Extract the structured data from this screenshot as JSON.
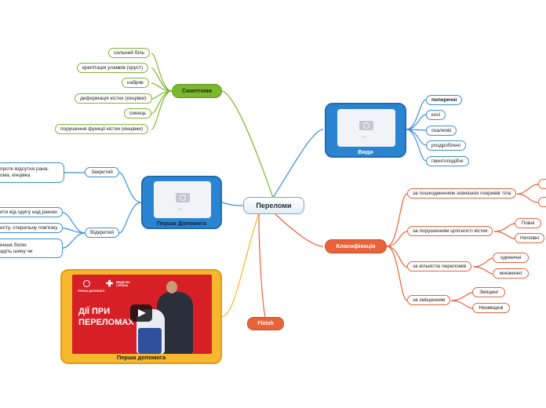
{
  "center": "Переломи",
  "symptoms": {
    "title": "Симптоми",
    "items": [
      "сильний біль",
      "крепітація уламків (хруст)",
      "набряк",
      "деформація кістки (кінцівки)",
      "синець",
      "порушення функції кістки (кінцівки)"
    ]
  },
  "types": {
    "title": "Види",
    "items": [
      "поперечні",
      "косі",
      "скалкові",
      "роздроблені",
      "гвинтоподібні"
    ]
  },
  "classification": {
    "title": "Класифікація",
    "groups": [
      {
        "label": "за пошкодженням зовнішніх покривів тіла",
        "children": [
          "",
          ""
        ]
      },
      {
        "label": "за порушенням цілісності кістки",
        "children": [
          "Повні",
          "Неповні"
        ]
      },
      {
        "label": "за кількістю переломів",
        "children": [
          "одиничні",
          "множинні"
        ]
      },
      {
        "label": "за зміщенням",
        "children": [
          "Зміщені",
          "Незміщені"
        ]
      }
    ]
  },
  "first_aid": {
    "title": "Перша Допомога",
    "closed": {
      "label": "Закритий",
      "note": "проте відсутня рана.\nома, кінцівка"
    },
    "open": {
      "label": "Відкритий",
      "notes": [
        "ити від одягу над раною",
        "исту, стерильну пов'язку",
        "енше болю\nадіть шину чи"
      ]
    }
  },
  "video": {
    "title": "Перша допомога",
    "headline": [
      "ДІЇ ПРИ",
      "ПЕРЕЛОМАХ"
    ],
    "logo_left": "ПЕРША ДОПОМОГА",
    "logo_right": "МЕДИЧНА СЛУЖБА"
  },
  "finish": "Finish",
  "colors": {
    "green": "#7cb82f",
    "blue": "#3a8fd8",
    "orange": "#e8623a",
    "yellow": "#f7b72e",
    "red": "#d71f26"
  }
}
